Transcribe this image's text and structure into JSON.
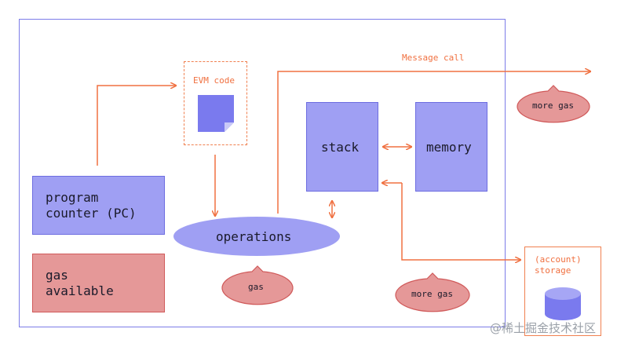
{
  "blocks": {
    "program_counter": "program\ncounter (PC)",
    "gas_available": "gas\navailable",
    "stack": "stack",
    "memory": "memory",
    "operations": "operations",
    "evm_code": "EVM code",
    "storage": "(account)\nstorage",
    "message_call": "Message call"
  },
  "bubbles": {
    "gas": "gas",
    "more_gas_lower": "more gas",
    "more_gas_upper": "more gas"
  },
  "watermark": "@稀土掘金技术社区",
  "colors": {
    "frame": "#7c7ce8",
    "purple_fill": "#9f9ff3",
    "red_fill": "#e59898",
    "arrow": "#f07040"
  }
}
